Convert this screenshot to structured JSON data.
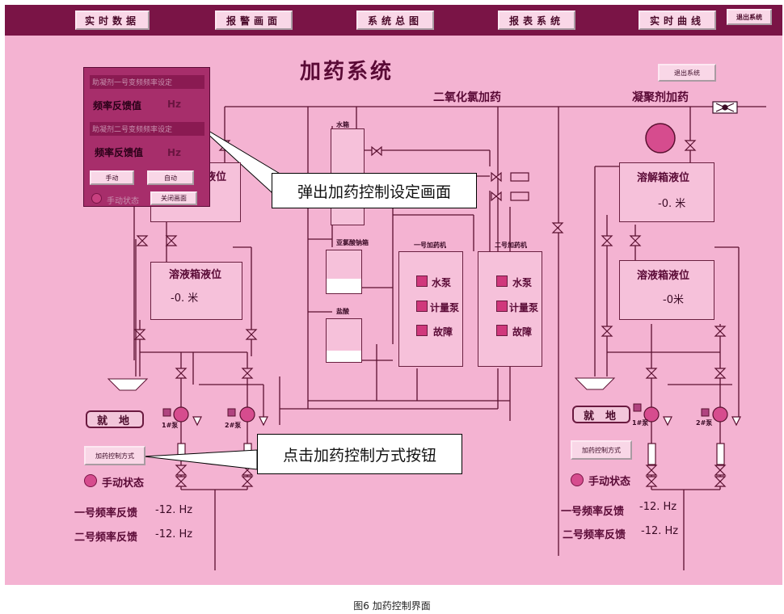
{
  "nav": {
    "realtime": "实时数据",
    "alarm": "报警画面",
    "overview": "系统总图",
    "report": "报表系统",
    "curve": "实时曲线",
    "exit": "退出系统"
  },
  "screen": {
    "title": "加药系统",
    "exit_button": "退出系统",
    "chlorine_label": "二氧化氯加药",
    "coagulant_label": "凝聚剂加药",
    "water_tank": "水箱",
    "nitrite_tank": "亚氯酸钠箱",
    "acid_tank": "盐酸",
    "machine1": "一号加药机",
    "machine2": "二号加药机",
    "water_pump": "水泵",
    "meter_pump": "计量泵",
    "fault": "故障"
  },
  "left": {
    "tank_label": "溶液箱液位",
    "tank_value": "-0. 米",
    "upper_tank_label": "液位",
    "local": "就地",
    "pump1": "1#泵",
    "pump2": "2#泵",
    "control_btn": "加药控制方式",
    "manual_state": "手动状态",
    "freq1_label": "一号频率反馈",
    "freq1_value": "-12. Hz",
    "freq2_label": "二号频率反馈",
    "freq2_value": "-12. Hz"
  },
  "right": {
    "dissolve_label": "溶解箱液位",
    "dissolve_value": "-0. 米",
    "tank_label": "溶液箱液位",
    "tank_value": "-0米",
    "local": "就地",
    "pump1": "1#泵",
    "pump2": "2#泵",
    "control_btn": "加药控制方式",
    "manual_state": "手动状态",
    "freq1_label": "一号频率反馈",
    "freq1_value": "-12.  Hz",
    "freq2_label": "二号频率反馈",
    "freq2_value": "-12.  Hz"
  },
  "popup": {
    "strip1": "助凝剂一号变频频率设定",
    "freq_label1": "频率反馈值",
    "unit1": "Hz",
    "strip2": "助凝剂二号变频频率设定",
    "freq_label2": "频率反馈值",
    "unit2": "Hz",
    "manual_btn": "手动",
    "auto_btn": "自动",
    "state": "手动状态",
    "close_btn": "关闭画面"
  },
  "callouts": {
    "popup_note": "弹出加药控制设定画面",
    "button_note": "点击加药控制方式按钮"
  },
  "caption": "图6  加药控制界面",
  "colors": {
    "background": "#f4b3d2",
    "topbar": "#7a1446",
    "popup": "#a72e6b"
  }
}
